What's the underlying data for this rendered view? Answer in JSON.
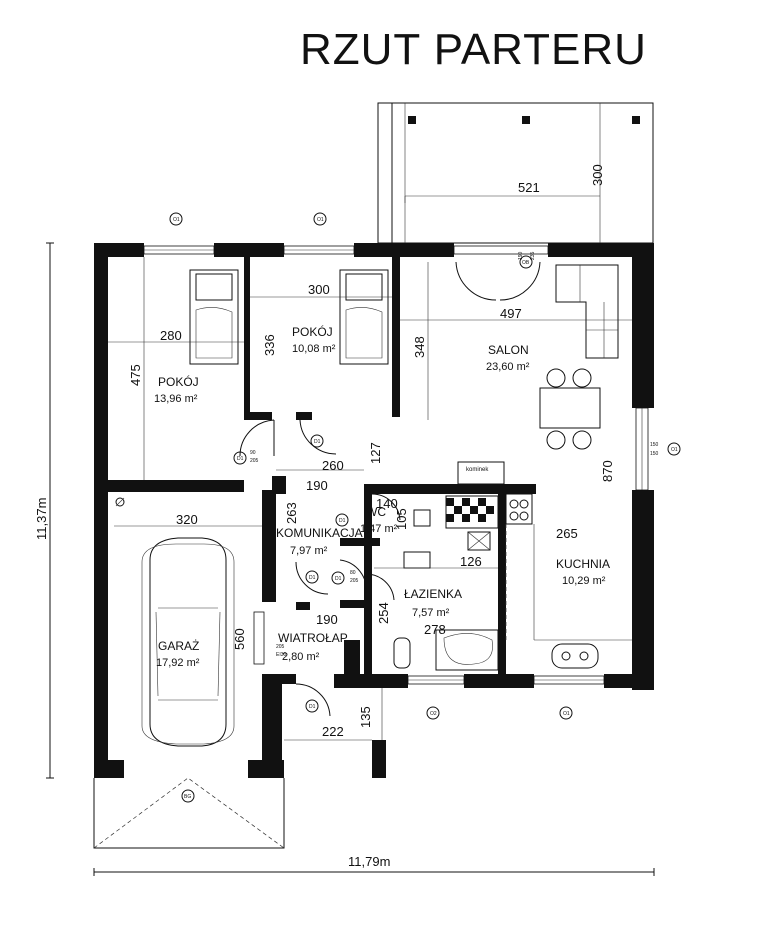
{
  "title": "RZUT PARTERU",
  "rooms": {
    "pokoj1": {
      "name": "POKÓJ",
      "area": "13,96 m²"
    },
    "pokoj2": {
      "name": "POKÓJ",
      "area": "10,08 m²"
    },
    "salon": {
      "name": "SALON",
      "area": "23,60 m²"
    },
    "kuchnia": {
      "name": "KUCHNIA",
      "area": "10,29 m²"
    },
    "garaz": {
      "name": "GARAŻ",
      "area": "17,92 m²"
    },
    "komunikacja": {
      "name": "KOMUNIKACJA",
      "area": "7,97 m²"
    },
    "wc": {
      "name": "WC",
      "area": "1,47 m²"
    },
    "lazienka": {
      "name": "ŁAZIENKA",
      "area": "7,57 m²"
    },
    "wiatrolap": {
      "name": "WIATROŁAP",
      "area": "2,80 m²"
    }
  },
  "dims": {
    "terrace_w": "521",
    "terrace_h": "300",
    "overall_h": "11,37m",
    "overall_w": "11,79m",
    "d280": "280",
    "d475": "475",
    "d300": "300",
    "d336": "336",
    "d348": "348",
    "d497": "497",
    "d870": "870",
    "d260": "260",
    "d127": "127",
    "d190a": "190",
    "d140": "140",
    "d263": "263",
    "d105": "105",
    "d126": "126",
    "d265": "265",
    "d320": "320",
    "d560": "560",
    "d254": "254",
    "d278": "278",
    "d190b": "190",
    "d222": "222",
    "d135": "135"
  },
  "tags": {
    "o1": "O1",
    "o2": "O2",
    "ob": "OB",
    "d1": "D1",
    "bg": "BG",
    "kominek": "kominek",
    "w150": "150",
    "w150b": "150",
    "w190": "190",
    "w235": "235",
    "d90": "90",
    "d205": "205",
    "d80": "80",
    "ei30": "EI30"
  }
}
